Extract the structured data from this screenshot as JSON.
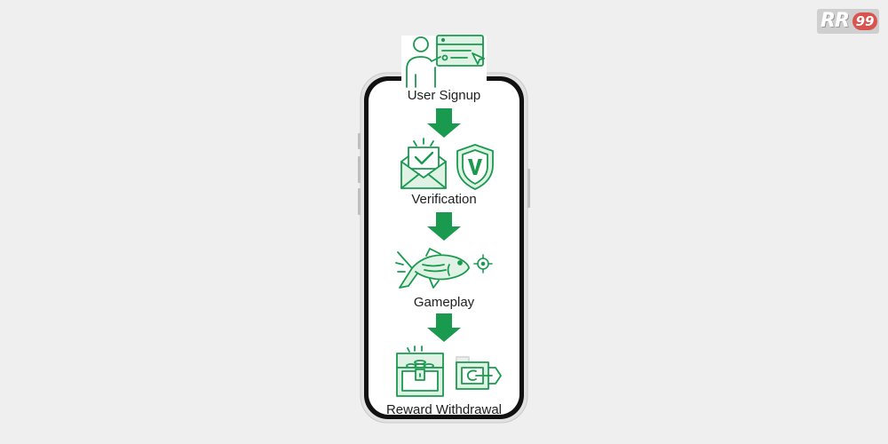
{
  "brand": {
    "logo_text": "RR",
    "logo_badge": "99"
  },
  "steps": [
    {
      "label": "User Signup",
      "icons": [
        "presenter-screen-icon"
      ]
    },
    {
      "label": "Verification",
      "icons": [
        "envelope-check-icon",
        "shield-v-icon"
      ]
    },
    {
      "label": "Gameplay",
      "icons": [
        "fish-icon",
        "crosshair-icon"
      ]
    },
    {
      "label": "Reward Withdrawal",
      "icons": [
        "treasure-chest-icon",
        "cash-transfer-icon"
      ]
    }
  ],
  "colors": {
    "green": "#1a9a4e",
    "light_green": "#dff2e5",
    "background": "#efefef",
    "phone_frame": "#111111"
  }
}
